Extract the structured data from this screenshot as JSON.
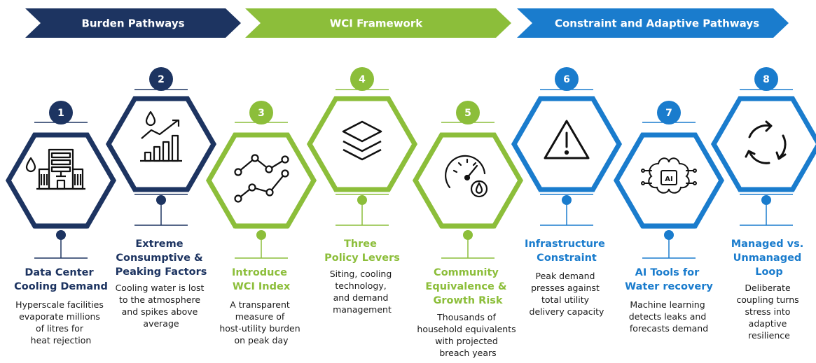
{
  "colors": {
    "navy": "#1d3461",
    "green": "#8cbe3a",
    "blue": "#1a7ccd"
  },
  "banners": [
    {
      "label": "Burden Pathways",
      "color": "#1d3461"
    },
    {
      "label": "WCI Framework",
      "color": "#8cbe3a"
    },
    {
      "label": "Constraint and Adaptive Pathways",
      "color": "#1a7ccd"
    }
  ],
  "steps": [
    {
      "number": "1",
      "title": [
        "Data Center",
        "Cooling Demand"
      ],
      "description": [
        "Hyperscale facilities",
        "evaporate millions",
        "of litres for",
        "heat rejection"
      ],
      "icon": "data-center-building-droplet-icon",
      "color": "#1d3461"
    },
    {
      "number": "2",
      "title": [
        "Extreme",
        "Consumptive &",
        "Peaking Factors"
      ],
      "description": [
        "Cooling water is lost",
        "to the atmosphere",
        "and spikes above",
        "average"
      ],
      "icon": "rising-bar-chart-droplet-icon",
      "color": "#1d3461"
    },
    {
      "number": "3",
      "title": [
        "Introduce",
        "WCI Index"
      ],
      "description": [
        "A transparent",
        "measure of",
        "host-utility burden",
        "on peak day"
      ],
      "icon": "line-graph-icon",
      "color": "#8cbe3a"
    },
    {
      "number": "4",
      "title": [
        "Three",
        "Policy Levers"
      ],
      "description": [
        "Siting, cooling",
        "technology,",
        "and demand",
        "management"
      ],
      "icon": "layers-icon",
      "color": "#8cbe3a"
    },
    {
      "number": "5",
      "title": [
        "Community",
        "Equivalence &",
        "Growth Risk"
      ],
      "description": [
        "Thousands of",
        "household equivalents",
        "with projected",
        "breach years"
      ],
      "icon": "gauge-droplet-icon",
      "color": "#8cbe3a"
    },
    {
      "number": "6",
      "title": [
        "Infrastructure",
        "Constraint"
      ],
      "description": [
        "Peak demand",
        "presses against",
        "total utility",
        "delivery capacity"
      ],
      "icon": "warning-triangle-icon",
      "color": "#1a7ccd"
    },
    {
      "number": "7",
      "title": [
        "AI Tools for",
        "Water recovery"
      ],
      "description": [
        "Machine learning",
        "detects leaks and",
        "forecasts demand"
      ],
      "icon": "ai-chip-brain-icon",
      "color": "#1a7ccd"
    },
    {
      "number": "8",
      "title": [
        "Managed vs.",
        "Unmanaged",
        "Loop"
      ],
      "description": [
        "Deliberate",
        "coupling turns",
        "stress into",
        "adaptive",
        "resilience"
      ],
      "icon": "cycle-arrows-icon",
      "color": "#1a7ccd"
    }
  ]
}
